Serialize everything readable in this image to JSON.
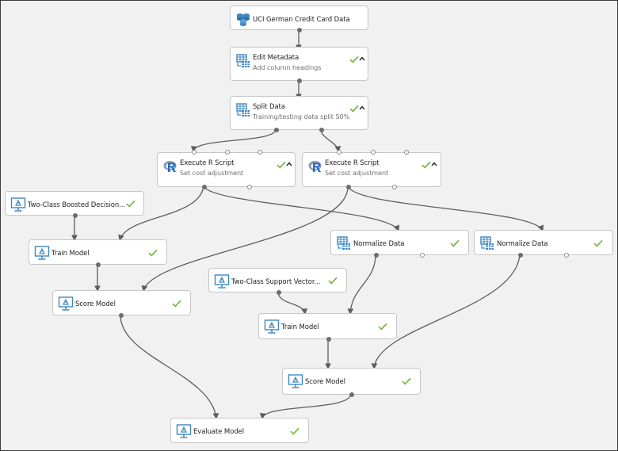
{
  "colors": {
    "canvas_bg": "#f1f1f1",
    "node_border": "#c6c6c6",
    "wire": "#5d5d5d",
    "check": "#7ab648",
    "icon_blue": "#3f87c1"
  },
  "modules": {
    "dataset": {
      "title": "UCI German Credit Card Data",
      "icon": "dataset-icon"
    },
    "edit_metadata": {
      "title": "Edit Metadata",
      "comment": "Add column headings",
      "icon": "table-transform-icon"
    },
    "split_data": {
      "title": "Split Data",
      "comment": "Training/testing data split 50%",
      "icon": "table-transform-icon"
    },
    "execute_r_1": {
      "title": "Execute R Script",
      "comment": "Set cost adjustment",
      "icon": "r-language-icon"
    },
    "execute_r_2": {
      "title": "Execute R Script",
      "comment": "Set cost adjustment",
      "icon": "r-language-icon"
    },
    "boosted_tree": {
      "title": "Two-Class Boosted Decision...",
      "icon": "model-icon"
    },
    "train_model_1": {
      "title": "Train Model",
      "icon": "model-icon"
    },
    "normalize_1": {
      "title": "Normalize Data",
      "icon": "table-transform-icon"
    },
    "normalize_2": {
      "title": "Normalize Data",
      "icon": "table-transform-icon"
    },
    "score_model_1": {
      "title": "Score Model",
      "icon": "model-icon"
    },
    "svm": {
      "title": "Two-Class Support Vector...",
      "icon": "model-icon"
    },
    "train_model_2": {
      "title": "Train Model",
      "icon": "model-icon"
    },
    "score_model_2": {
      "title": "Score Model",
      "icon": "model-icon"
    },
    "evaluate_model": {
      "title": "Evaluate Model",
      "icon": "model-icon"
    }
  },
  "connections": [
    [
      "dataset",
      "edit_metadata"
    ],
    [
      "edit_metadata",
      "split_data"
    ],
    [
      "split_data",
      "execute_r_1"
    ],
    [
      "split_data",
      "execute_r_2"
    ],
    [
      "boosted_tree",
      "train_model_1"
    ],
    [
      "execute_r_1",
      "train_model_1"
    ],
    [
      "execute_r_1",
      "normalize_1"
    ],
    [
      "execute_r_2",
      "score_model_1"
    ],
    [
      "execute_r_2",
      "normalize_2"
    ],
    [
      "train_model_1",
      "score_model_1"
    ],
    [
      "svm",
      "train_model_2"
    ],
    [
      "normalize_1",
      "train_model_2"
    ],
    [
      "train_model_2",
      "score_model_2"
    ],
    [
      "normalize_2",
      "score_model_2"
    ],
    [
      "score_model_1",
      "evaluate_model"
    ],
    [
      "score_model_2",
      "evaluate_model"
    ]
  ]
}
